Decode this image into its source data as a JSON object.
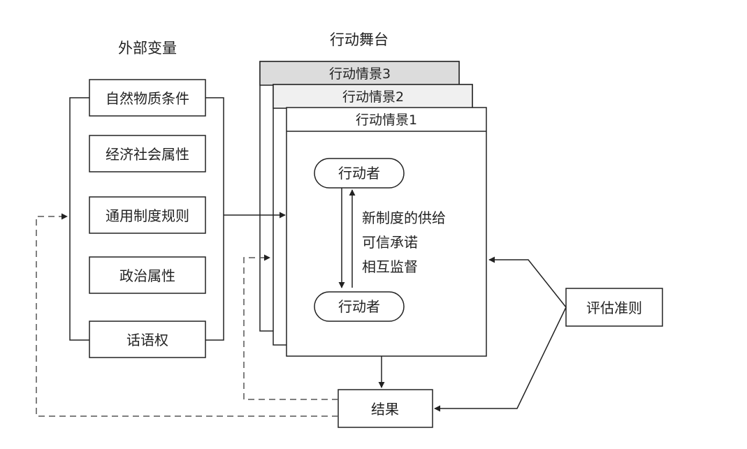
{
  "diagram": {
    "external_title": "外部变量",
    "external_vars": [
      "自然物质条件",
      "经济社会属性",
      "通用制度规则",
      "政治属性",
      "话语权"
    ],
    "arena_title": "行动舞台",
    "situations": [
      {
        "label": "行动情景3",
        "fill": "#dcdcdc"
      },
      {
        "label": "行动情景2",
        "fill": "#f0f0f0"
      },
      {
        "label": "行动情景1",
        "fill": "#ffffff"
      }
    ],
    "actor_top": "行动者",
    "actor_bottom": "行动者",
    "interactions": [
      "新制度的供给",
      "可信承诺",
      "相互监督"
    ],
    "criteria": "评估准则",
    "outcome": "结果"
  }
}
